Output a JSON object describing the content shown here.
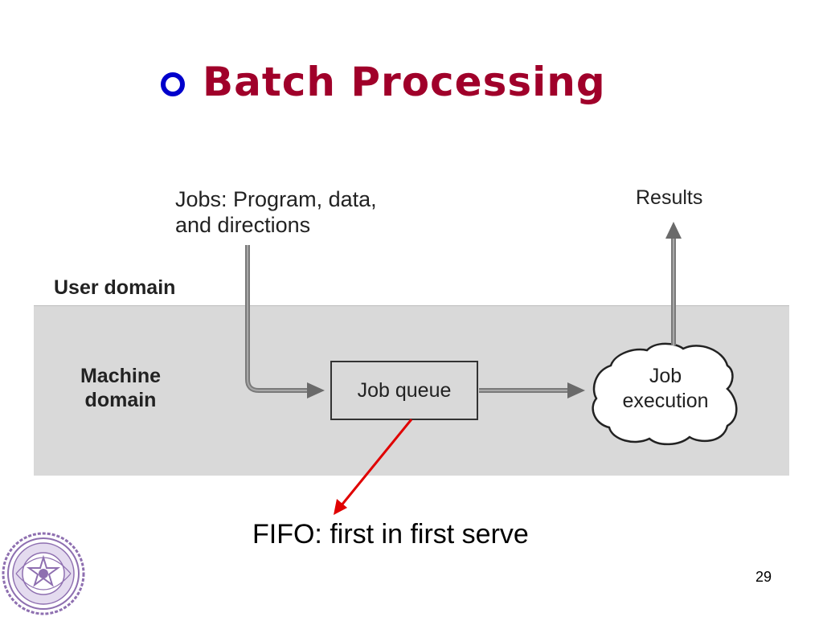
{
  "title": "Batch Processing",
  "diagram": {
    "jobs_label_line1": "Jobs: Program, data,",
    "jobs_label_line2": "and directions",
    "results_label": "Results",
    "user_domain_label": "User domain",
    "machine_domain_line1": "Machine",
    "machine_domain_line2": "domain",
    "job_queue_label": "Job queue",
    "job_execution_line1": "Job",
    "job_execution_line2": "execution"
  },
  "annotation": "FIFO: first in first serve",
  "page_number": "29",
  "colors": {
    "title": "#a0002a",
    "bullet": "#0000cc",
    "machine_band": "#d9d9d9",
    "annotation_arrow": "#e00000",
    "seal": "#8e6fb0"
  },
  "icons": {
    "title_bullet": "hollow-circle-bullet",
    "logo": "university-seal"
  }
}
